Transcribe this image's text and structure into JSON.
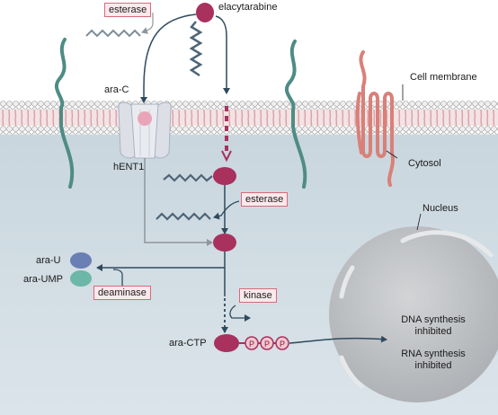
{
  "labels": {
    "drug": "elacytarabine",
    "ara_c": "ara-C",
    "transporter": "hENT1",
    "cell_membrane": "Cell membrane",
    "cytosol": "Cytosol",
    "nucleus": "Nucleus",
    "ara_u": "ara-U",
    "ara_ump": "ara-UMP",
    "ara_ctp": "ara-CTP",
    "phosphate": "P",
    "dna_effect": "DNA synthesis\ninhibited",
    "rna_effect": "RNA synthesis\ninhibited"
  },
  "enzymes": {
    "esterase_top": "esterase",
    "esterase_cytosol": "esterase",
    "deaminase": "deaminase",
    "kinase": "kinase"
  },
  "colors": {
    "extracellular": "#ffffff",
    "cytosol": "#d3dde4",
    "membrane_head": "#e6e6e6",
    "membrane_tail": "#d9a0a6",
    "drug_magenta": "#a8315e",
    "enzyme_border": "#d86a7a",
    "enzyme_fill": "#fbe9ec",
    "protein_teal": "#4e8c85",
    "protein_pink": "#d98079",
    "nucleus_fill": "#c4c6c9",
    "arrow_dark": "#2f4a5e",
    "arrow_gray": "#8e969c"
  }
}
